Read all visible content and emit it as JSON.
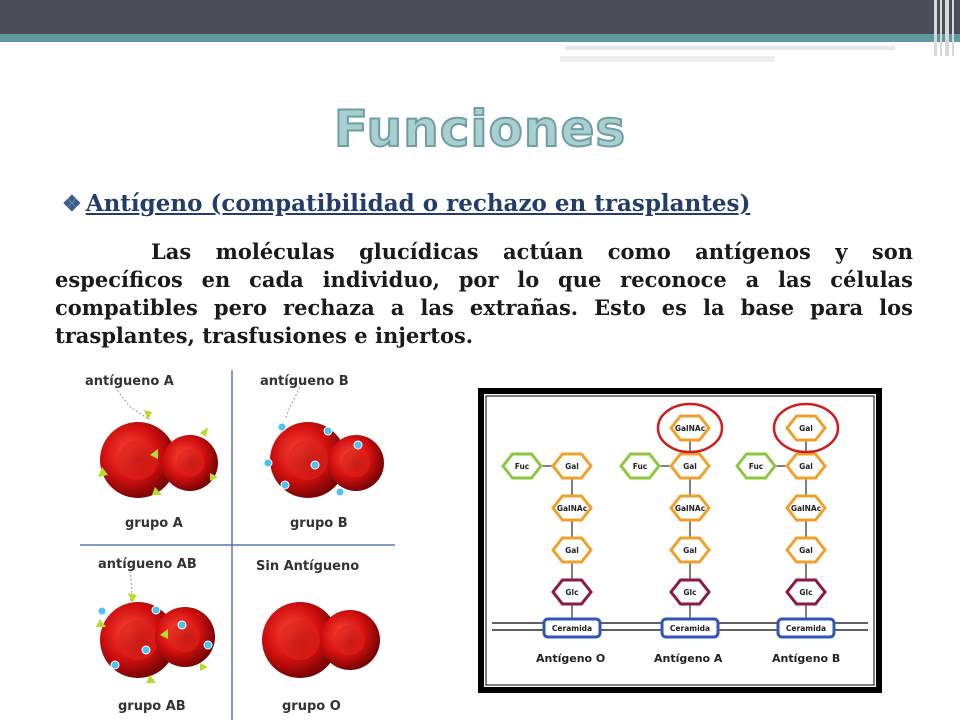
{
  "slide": {
    "title": "Funciones",
    "bullet": "Antígeno (compatibilidad o rechazo en trasplantes)",
    "paragraph": "Las moléculas glucídicas actúan como antígenos y son específicos en cada individuo, por lo que reconoce a las células compatibles pero rechaza a las extrañas. Esto es la base para los trasplantes, trasfusiones e injertos."
  },
  "blood_groups": {
    "q1": {
      "antigen_label": "antígueno A",
      "group_label": "grupo A"
    },
    "q2": {
      "antigen_label": "antígueno B",
      "group_label": "grupo B"
    },
    "q3": {
      "antigen_label": "antígueno AB",
      "group_label": "grupo AB"
    },
    "q4": {
      "antigen_label": "Sin Antígueno",
      "group_label": "grupo O"
    }
  },
  "antigen_diagram": {
    "col_o": {
      "nodes": [
        "Fuc",
        "Gal",
        "GalNAc",
        "Gal",
        "Glc"
      ],
      "base": "Ceramida",
      "caption": "Antígeno O"
    },
    "col_a": {
      "nodes": [
        "Fuc",
        "GalNAc",
        "Gal",
        "GalNAc",
        "Gal",
        "Glc"
      ],
      "base": "Ceramida",
      "caption": "Antígeno A"
    },
    "col_b": {
      "nodes": [
        "Fuc",
        "Gal",
        "Gal",
        "GalNAc",
        "Gal",
        "Glc"
      ],
      "base": "Ceramida",
      "caption": "Antígeno B"
    }
  },
  "colors": {
    "title": "#a9cfd1",
    "bullet": "#233d6b",
    "gal": "#f0a02c",
    "fuc": "#8dc63f",
    "glc": "#8b1a3c",
    "ceramida": "#2f56b5",
    "highlight": "#d01c1c"
  }
}
